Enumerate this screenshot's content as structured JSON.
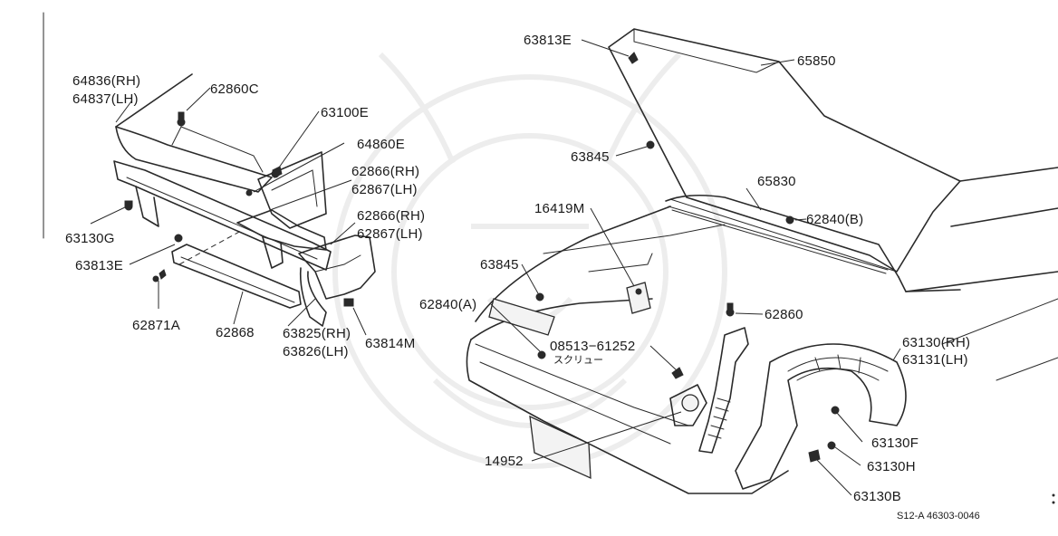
{
  "diagram": {
    "callouts": {
      "p64836": "64836(RH)",
      "p64837": "64837(LH)",
      "p62860C": "62860C",
      "p63100E": "63100E",
      "p64860E": "64860E",
      "p62866a": "62866(RH)",
      "p62867a": "62867(LH)",
      "p62866b": "62866(RH)",
      "p62867b": "62867(LH)",
      "p63130G": "63130G",
      "p63813Ea": "63813E",
      "p62871A": "62871A",
      "p62868": "62868",
      "p63825": "63825(RH)",
      "p63826": "63826(LH)",
      "p63814M": "63814M",
      "p63813Eb": "63813E",
      "p65850": "65850",
      "p63845a": "63845",
      "p65830": "65830",
      "p62840B": "62840(B)",
      "p16419M": "16419M",
      "p63845b": "63845",
      "p62840A": "62840(A)",
      "p08513": "08513−61252",
      "p08513sub": "スクリュー",
      "p62860": "62860",
      "p63130RH": "63130(RH)",
      "p63131LH": "63131(LH)",
      "p63130F": "63130F",
      "p63130H": "63130H",
      "p63130B": "63130B",
      "p14952": "14952"
    },
    "reference": "S12-A 46303-0046"
  }
}
